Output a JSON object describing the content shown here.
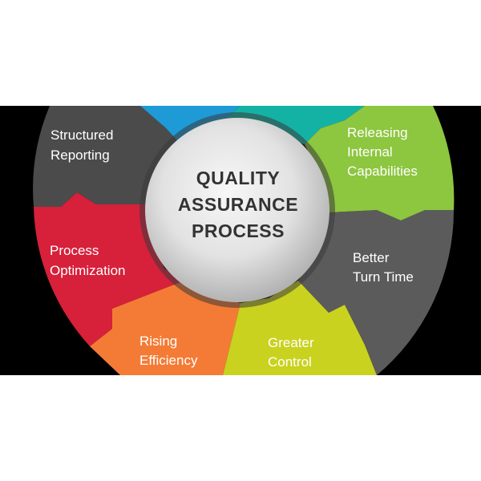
{
  "center": {
    "lines": [
      "QUALITY",
      "ASSURANCE",
      "PROCESS"
    ]
  },
  "segments": [
    {
      "id": "structured-reporting",
      "lines": [
        "Structured",
        "Reporting"
      ],
      "color": "#4b4b4b"
    },
    {
      "id": "process-optimization",
      "lines": [
        "Process",
        "Optimization"
      ],
      "color": "#d7203a"
    },
    {
      "id": "rising-efficiency",
      "lines": [
        "Rising",
        "Efficiency"
      ],
      "color": "#f47b35"
    },
    {
      "id": "greater-control",
      "lines": [
        "Greater",
        "Control"
      ],
      "color": "#c9d21f"
    },
    {
      "id": "better-turn-time",
      "lines": [
        "Better",
        "Turn Time"
      ],
      "color": "#5b5b5b"
    },
    {
      "id": "releasing-internal-capabilities",
      "lines": [
        "Releasing",
        "Internal",
        "Capabilities"
      ],
      "color": "#8dc63f"
    },
    {
      "id": "top-teal",
      "lines": [],
      "color": "#14b2a4"
    },
    {
      "id": "top-blue",
      "lines": [],
      "color": "#1e9ad6"
    }
  ],
  "colors": {
    "background_band": "#000000",
    "hub_light": "#f2f2f2",
    "hub_dark": "#b8b8b8",
    "hub_ring": "#3a3a3a"
  }
}
